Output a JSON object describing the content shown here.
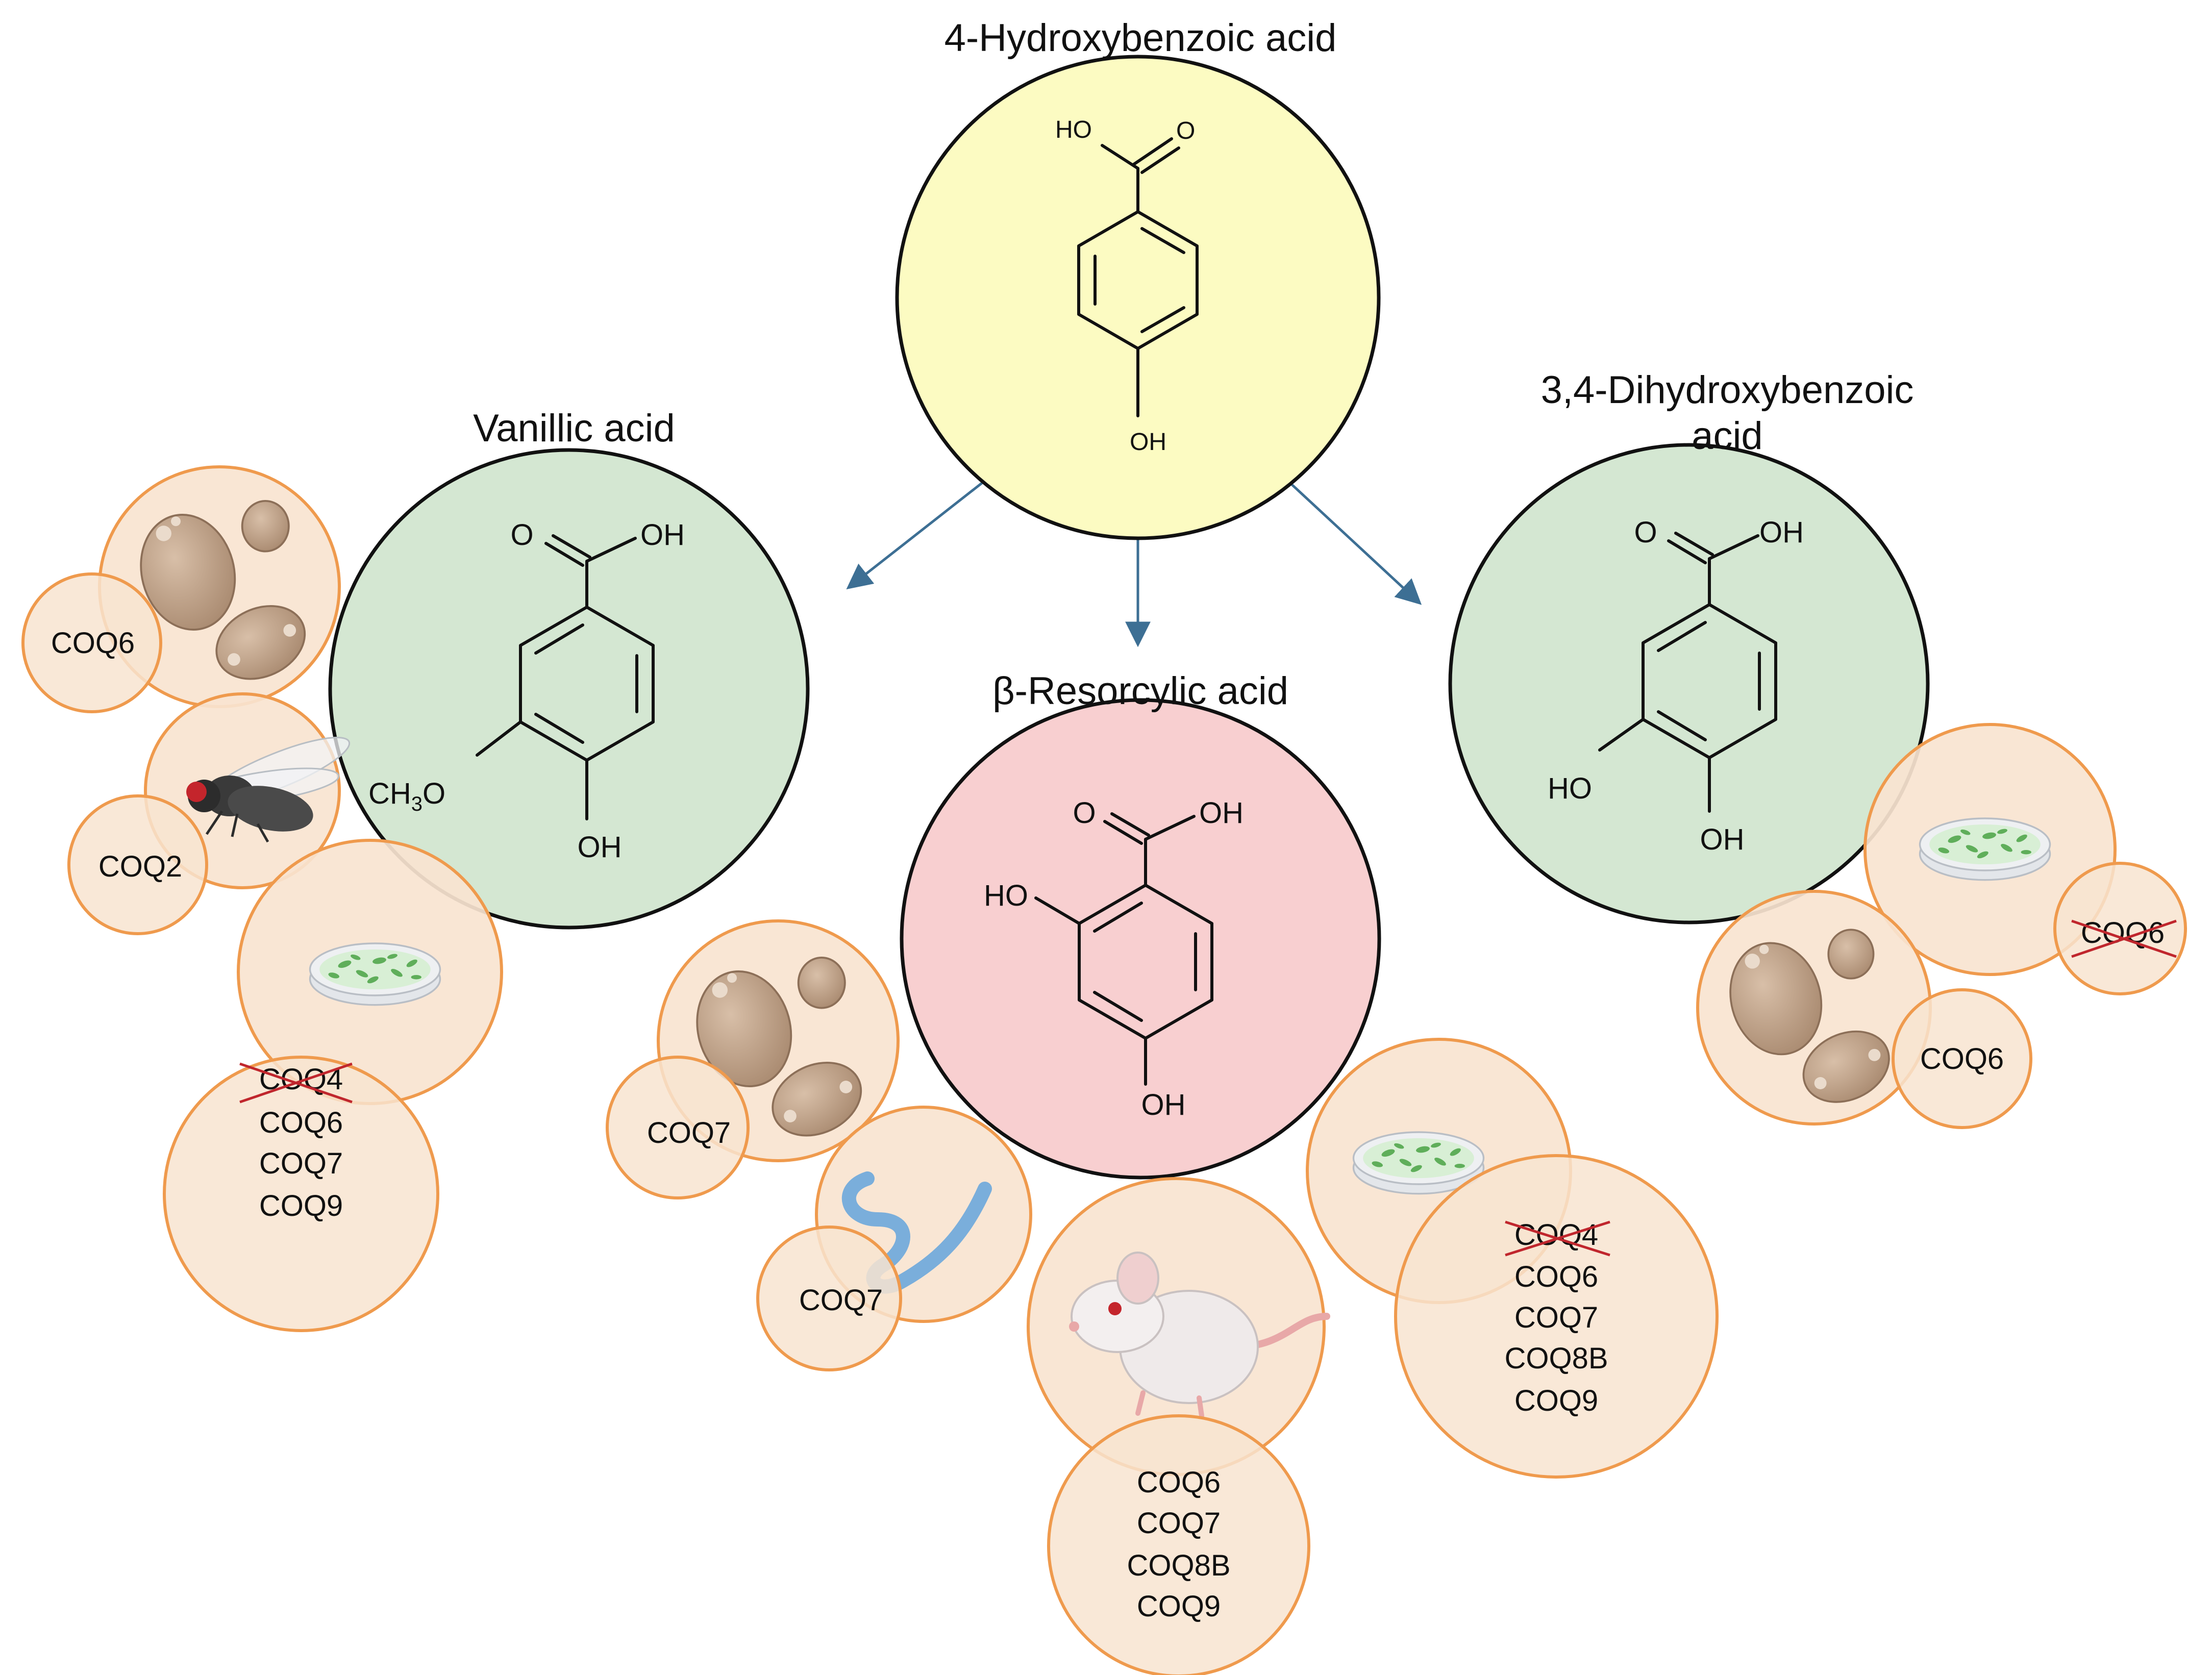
{
  "colors": {
    "precursor_fill": "#fcfbc2",
    "analog_fill": "#d4e7d2",
    "resorcylic_fill": "#f8cfd0",
    "organism_fill": "#f8e4d0",
    "organism_stroke": "#ef9a4d",
    "arrow": "#3d6f94",
    "strike": "#c0262d"
  },
  "precursor": {
    "title": "4-Hydroxybenzoic acid",
    "atoms": {
      "ho": "HO",
      "o": "O",
      "oh": "OH"
    }
  },
  "vanillic": {
    "title": "Vanillic acid",
    "atoms": {
      "o": "O",
      "oh_top": "OH",
      "ch": "CH",
      "sub3": "3",
      "o_methoxy": "O",
      "oh_bottom": "OH"
    }
  },
  "resorcylic": {
    "title": "β-Resorcylic acid",
    "atoms": {
      "o": "O",
      "oh_top": "OH",
      "ho": "HO",
      "oh_bottom": "OH"
    }
  },
  "dihydroxy": {
    "title_line1": "3,4-Dihydroxybenzoic",
    "title_line2": "acid",
    "atoms": {
      "o": "O",
      "oh_top": "OH",
      "ho": "HO",
      "oh_bottom": "OH"
    }
  },
  "organism_icons": [
    "yeast-icon",
    "fly-icon",
    "cell-culture-dish-icon",
    "worm-icon",
    "mouse-icon"
  ],
  "groups": {
    "vanillic_yeast": {
      "genes": [
        "COQ6"
      ]
    },
    "vanillic_fly": {
      "genes": [
        "COQ2"
      ]
    },
    "vanillic_cells": {
      "struck": "COQ4",
      "genes": [
        "COQ6",
        "COQ7",
        "COQ9"
      ]
    },
    "resorcylic_yeast": {
      "genes": [
        "COQ7"
      ]
    },
    "resorcylic_worm": {
      "genes": [
        "COQ7"
      ]
    },
    "resorcylic_mouse": {
      "genes": [
        "COQ6",
        "COQ7",
        "COQ8B",
        "COQ9"
      ]
    },
    "resorcylic_cells": {
      "struck": "COQ4",
      "genes": [
        "COQ6",
        "COQ7",
        "COQ8B",
        "COQ9"
      ]
    },
    "dihydroxy_cells": {
      "struck": "COQ6"
    },
    "dihydroxy_yeast": {
      "genes": [
        "COQ6"
      ]
    }
  }
}
